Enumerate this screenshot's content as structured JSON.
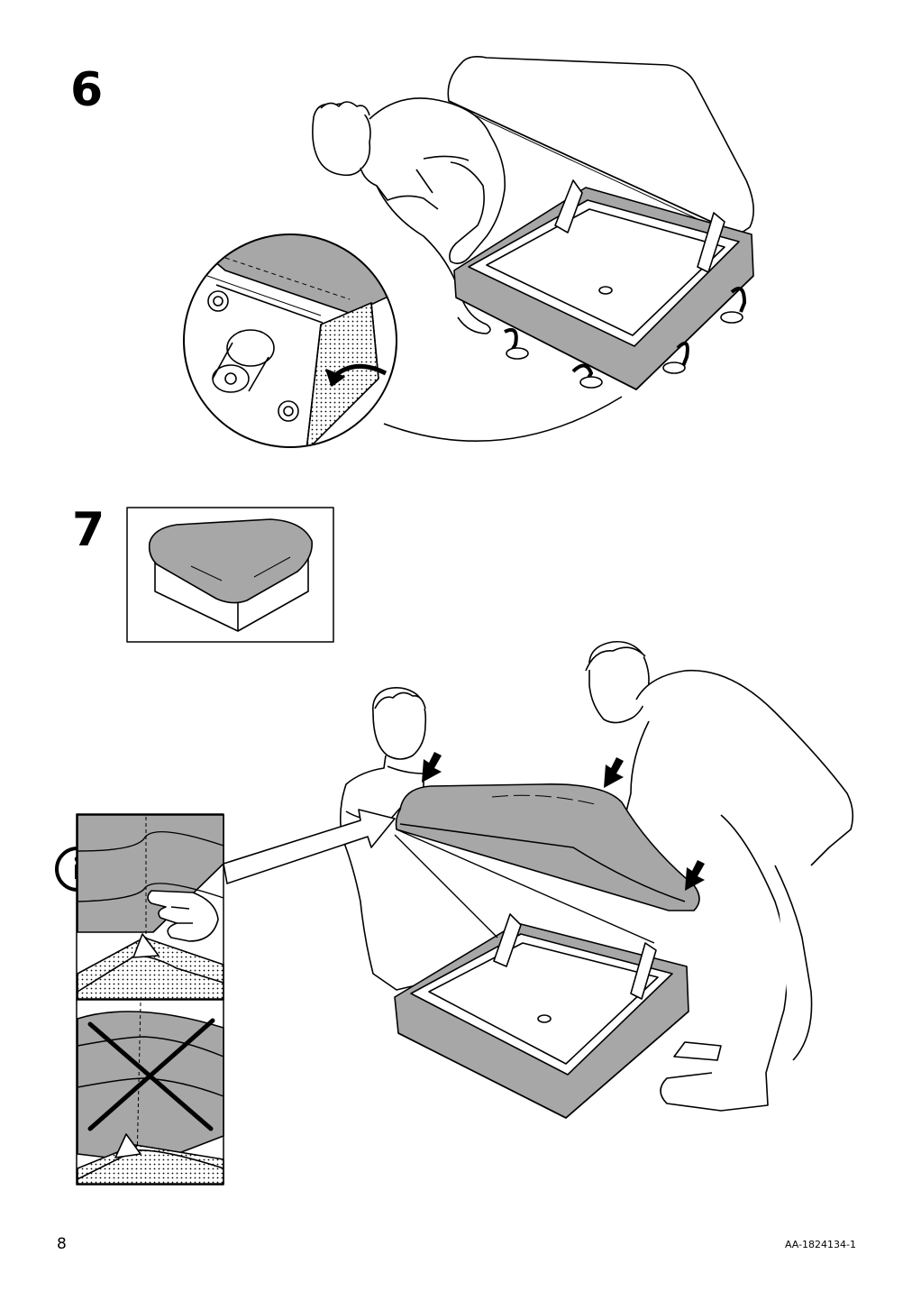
{
  "page": {
    "page_number": "8",
    "document_code": "AA-1824134-1"
  },
  "steps": [
    {
      "number": "6"
    },
    {
      "number": "7"
    }
  ],
  "icons": {
    "info": "info-icon",
    "pointing_hand": "pointing-hand-icon",
    "cross": "cross-icon",
    "rotate_arrow": "rotate-arrow-icon",
    "press_arrow": "down-arrow-icon"
  },
  "colors": {
    "fabric": "#a7a7a7",
    "line": "#000000",
    "background": "#ffffff"
  }
}
